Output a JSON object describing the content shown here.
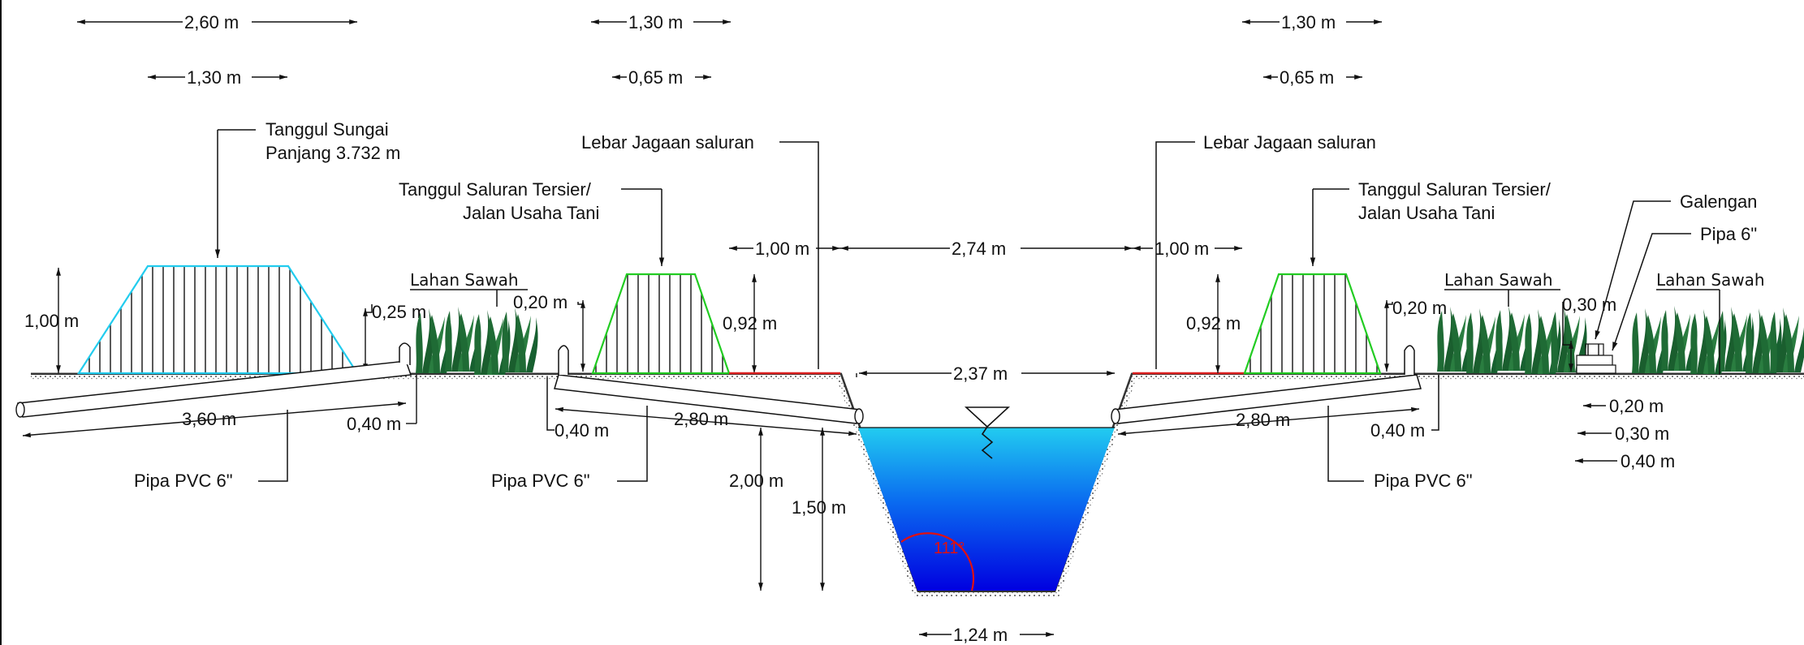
{
  "top_dims": {
    "d_260": "2,60 m",
    "d_130_a": "1,30 m",
    "d_130_b": "1,30 m",
    "d_065_b": "0,65 m",
    "d_130_c": "1,30 m",
    "d_065_c": "0,65 m"
  },
  "labels": {
    "tanggul_sungai_1": "Tanggul Sungai",
    "tanggul_sungai_2": "Panjang 3.732 m",
    "lebar_jagaan_left": "Lebar Jagaan saluran",
    "lebar_jagaan_right": "Lebar Jagaan saluran",
    "tanggul_tersier_left_1": "Tanggul Saluran Tersier/",
    "tanggul_tersier_left_2": "Jalan Usaha Tani",
    "tanggul_tersier_right_1": "Tanggul Saluran Tersier/",
    "tanggul_tersier_right_2": "Jalan Usaha Tani",
    "galengan": "Galengan",
    "pipa_6": "Pipa 6\"",
    "lahan_sawah_1": "Lahan Sawah",
    "lahan_sawah_2": "Lahan Sawah",
    "lahan_sawah_3": "Lahan Sawah",
    "pipa_pvc_left": "Pipa PVC 6\"",
    "pipa_pvc_mid": "Pipa PVC 6\"",
    "pipa_pvc_right": "Pipa PVC 6\""
  },
  "dims": {
    "h_100": "1,00 m",
    "h_025": "0,25 m",
    "h_020_left": "0,20 m",
    "h_092_left": "0,92 m",
    "w_100_left": "1,00 m",
    "w_274": "2,74 m",
    "w_100_right": "1,00 m",
    "h_092_right": "0,92 m",
    "h_020_right": "0,20 m",
    "h_030": "0,30 m",
    "w_237": "2,37 m",
    "pipe_360": "3,60 m",
    "pipe_040_left": "0,40 m",
    "pipe_040_mid": "0,40 m",
    "pipe_280_left": "2,80 m",
    "h_200": "2,00 m",
    "h_150": "1,50 m",
    "angle": "111°",
    "pipe_280_right": "2,80 m",
    "pipe_040_right": "0,40 m",
    "w_020": "0,20 m",
    "w_030": "0,30 m",
    "w_040": "0,40 m",
    "bottom_124": "1,24 m"
  },
  "colors": {
    "levee_outline": "#22ccee",
    "bund_outline": "#22cc22",
    "guard_line": "#dd2222",
    "water_top": "#22ccf0",
    "water_bottom": "#0000e0",
    "grass": "#1f6b35",
    "angle": "#e01010"
  }
}
